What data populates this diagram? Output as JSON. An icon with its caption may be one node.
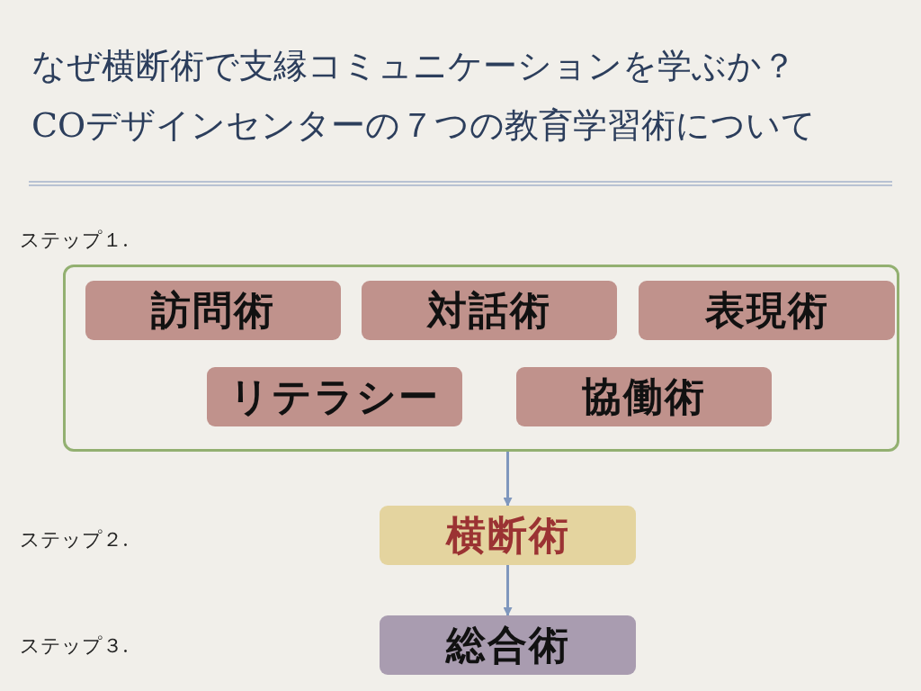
{
  "diagram": {
    "title": "なぜ横断術で支縁コミュニケーションを学ぶか？COデザインセンターの７つの教育学習術について",
    "nodes": [
      {
        "text": [],
        "shape": "box"
      },
      {
        "text": [
          "訪問術"
        ],
        "in": 0
      },
      {
        "text": [
          "対話術"
        ],
        "in": 0
      },
      {
        "text": [
          "表現術"
        ],
        "in": 0
      },
      {
        "text": [
          "リテラシー"
        ],
        "in": 0
      },
      {
        "text": [
          "協働術"
        ],
        "in": 0
      },
      {
        "text": [
          "横断術"
        ]
      },
      {
        "text": [
          "総合術"
        ]
      }
    ],
    "edges": [
      {
        "from": 0,
        "to": 6,
        "arrow": "to"
      },
      {
        "from": 6,
        "to": 7,
        "arrow": "to"
      }
    ],
    "labels": [
      "ステップ１.",
      "ステップ２.",
      "ステップ３."
    ]
  }
}
